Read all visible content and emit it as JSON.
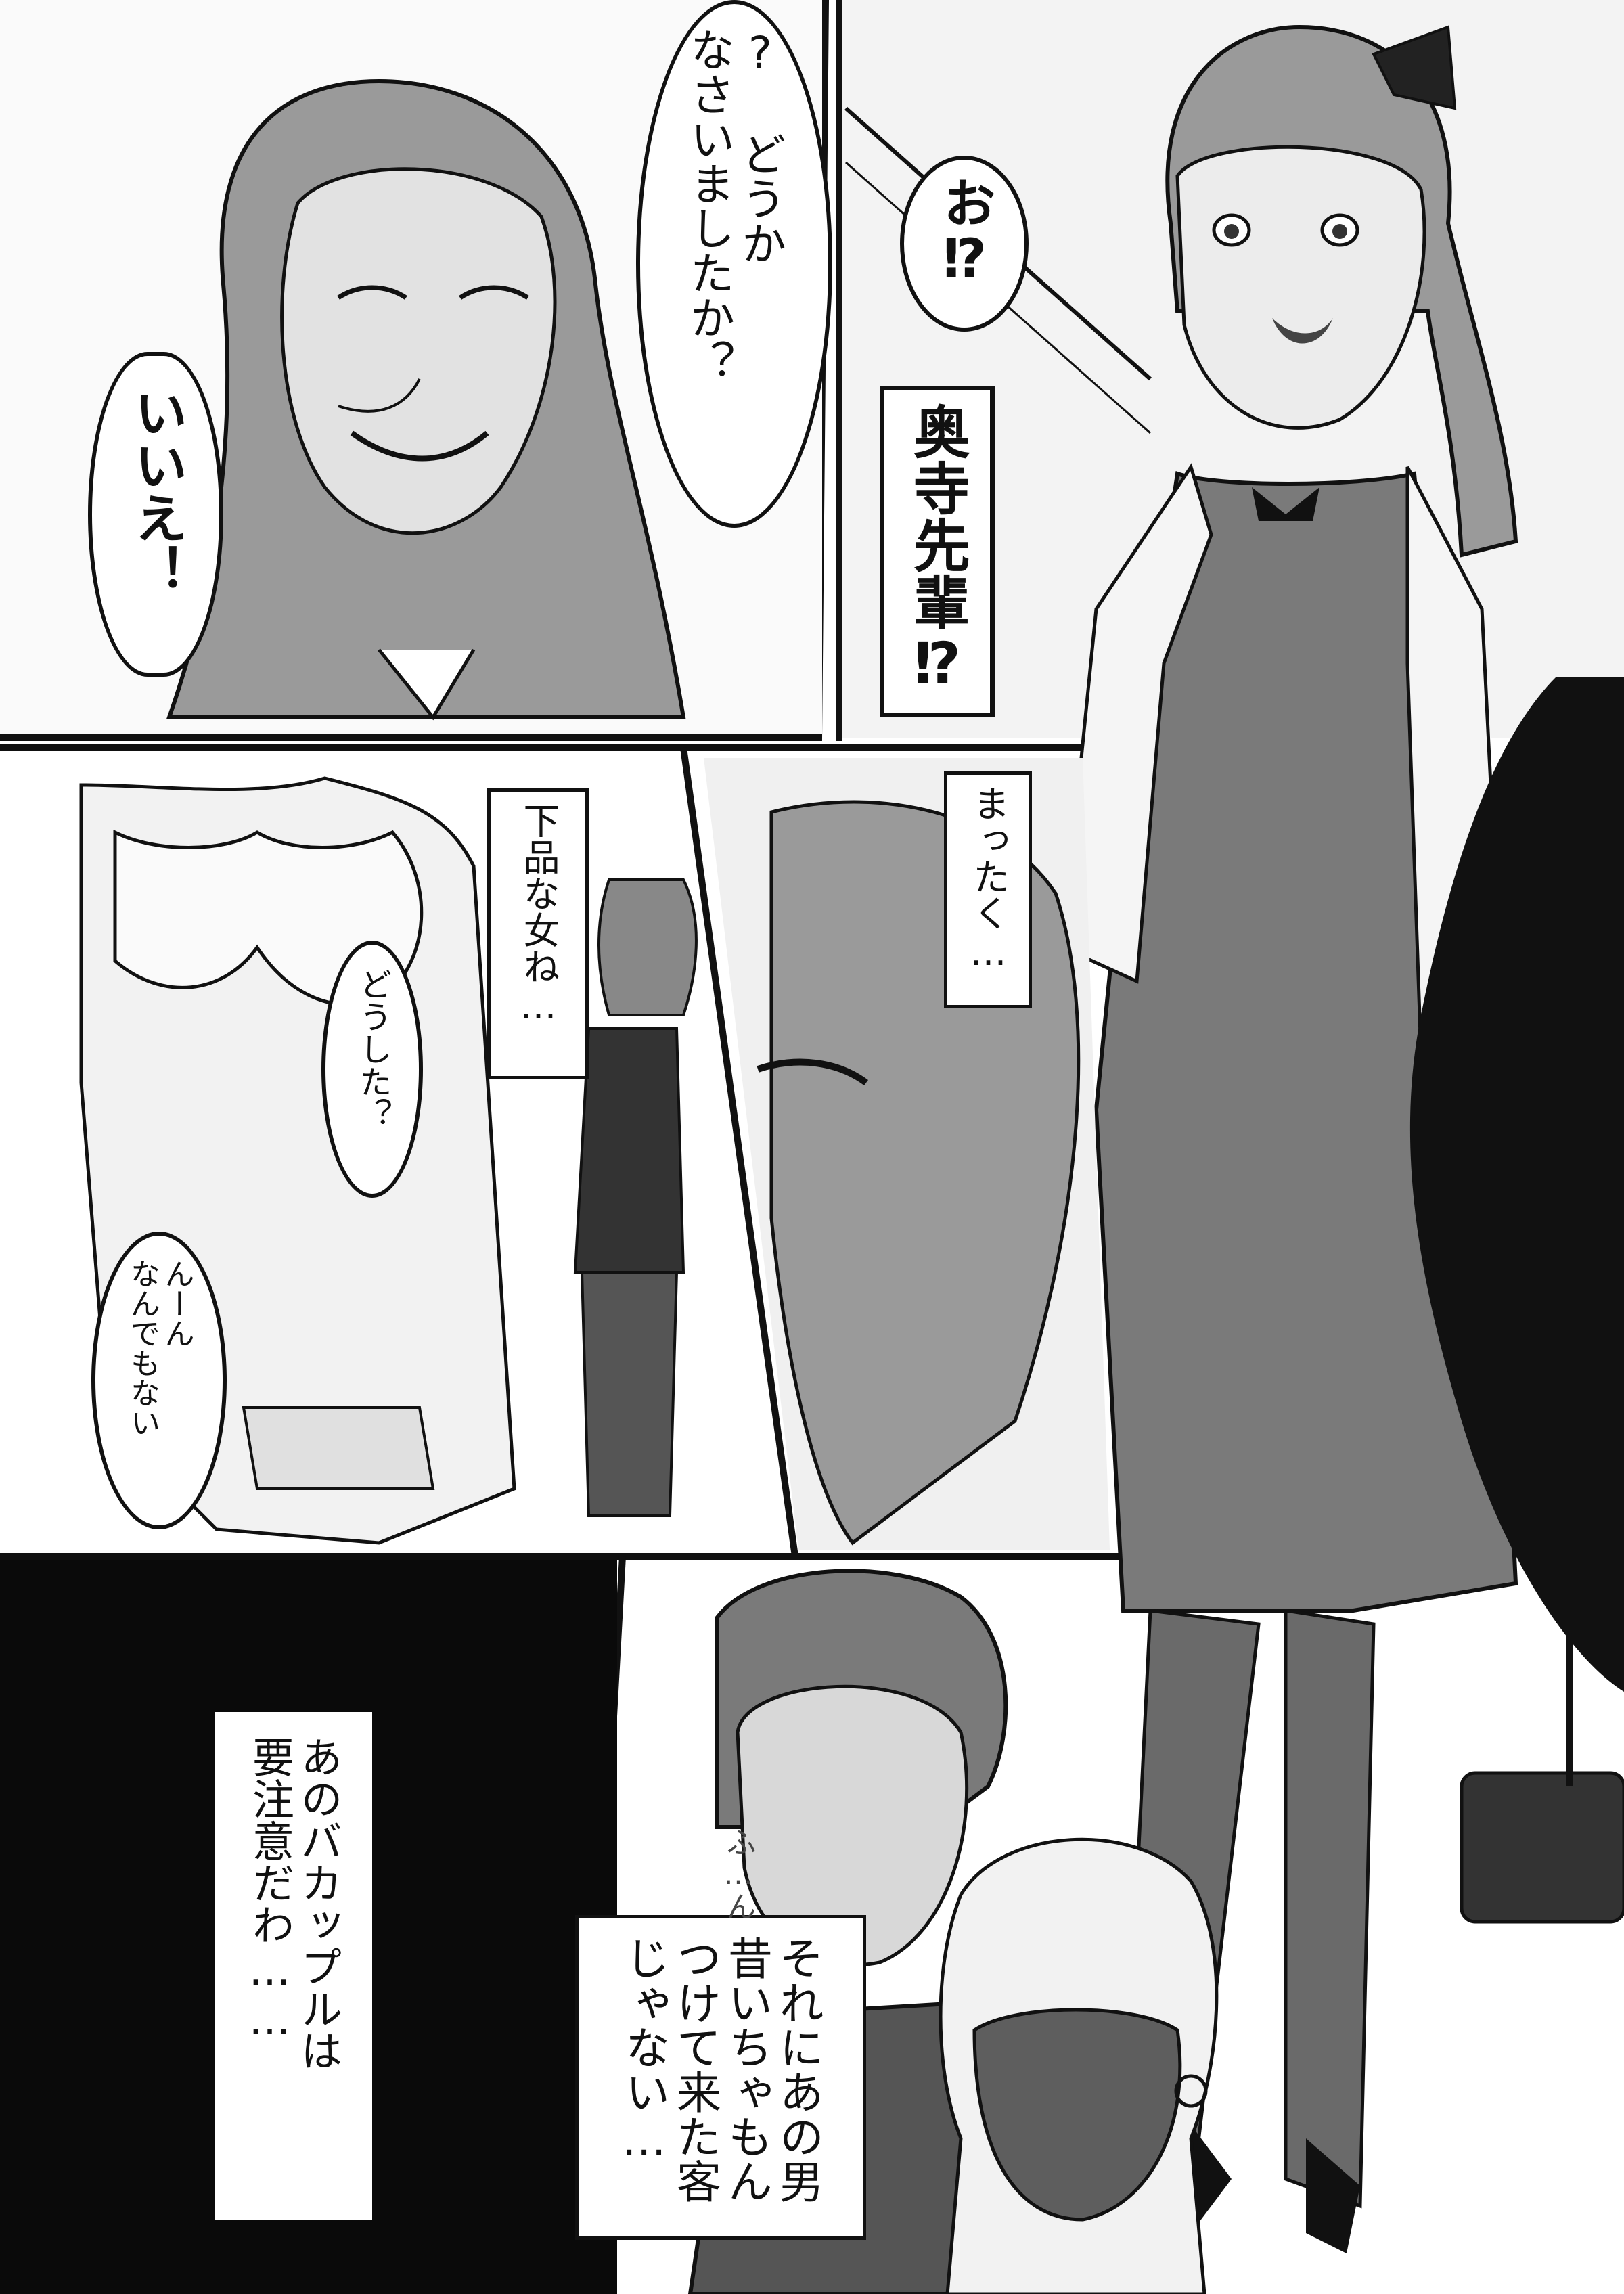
{
  "page": {
    "panels": [
      {
        "id": "panel-1",
        "dialogue": [
          {
            "text": "? どうか\nなさいましたか？"
          },
          {
            "text": "いいえ！"
          }
        ]
      },
      {
        "id": "panel-2",
        "dialogue": [
          {
            "text": "お⁉"
          },
          {
            "text": "奥寺先輩⁉"
          }
        ]
      },
      {
        "id": "panel-3",
        "dialogue": [
          {
            "text": "下品な女ね…"
          },
          {
            "text": "どうした？"
          },
          {
            "text": "んーん\nなんでもない"
          }
        ]
      },
      {
        "id": "panel-4",
        "dialogue": [
          {
            "text": "まったく…"
          }
        ]
      },
      {
        "id": "panel-5",
        "dialogue": [
          {
            "text": "あのバカップルは\n要注意だわ……"
          }
        ]
      },
      {
        "id": "panel-6",
        "dialogue": [
          {
            "text": "それにあの男\n昔いちゃもん\nつけて来た客\nじゃない…"
          },
          {
            "text": "ふ…ん"
          }
        ]
      }
    ]
  }
}
